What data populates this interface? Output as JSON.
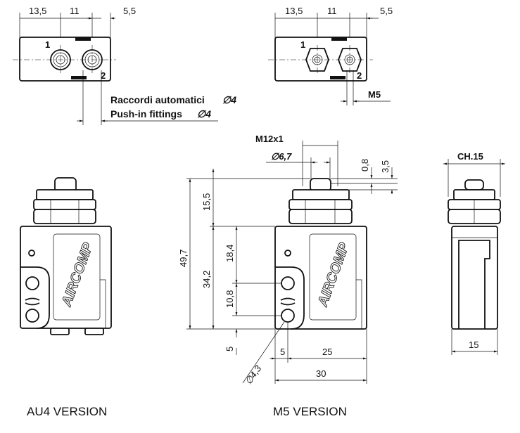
{
  "top_au4": {
    "dims": [
      "13,5",
      "11",
      "5,5"
    ],
    "ports": [
      "1",
      "2"
    ],
    "note_it": "Raccordi automatici",
    "note_en": "Push-in fittings",
    "note_dia": "∅4"
  },
  "top_m5": {
    "dims": [
      "13,5",
      "11",
      "5,5"
    ],
    "ports": [
      "1",
      "2"
    ],
    "thread": "M5"
  },
  "front_m5": {
    "thread": "M12x1",
    "plunger_dia": "∅6,7",
    "dim_08": "0,8",
    "dim_35": "3,5",
    "dim_155": "15,5",
    "dim_497": "49,7",
    "dim_184": "18,4",
    "dim_342": "34,2",
    "dim_108": "10,8",
    "dim_5v": "5",
    "dim_5h": "5",
    "dim_25": "25",
    "dim_30": "30",
    "hole_dia": "∅4,3"
  },
  "side": {
    "wrench": "CH.15",
    "width": "15"
  },
  "logo_text": "AIRCOMP",
  "captions": {
    "au4": "AU4 VERSION",
    "m5": "M5 VERSION"
  }
}
